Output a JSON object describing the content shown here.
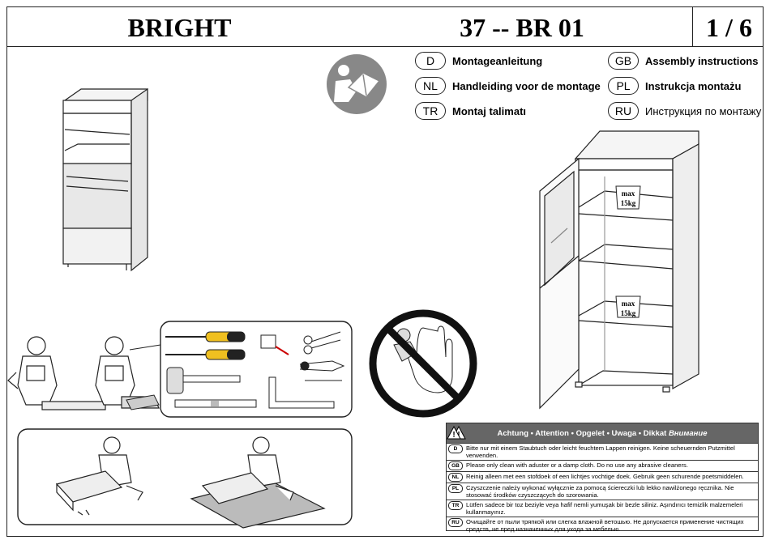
{
  "header": {
    "title": "BRIGHT",
    "code": "37 -- BR 01",
    "page": "1 / 6"
  },
  "languages": [
    {
      "code": "D",
      "label": "Montageanleitung"
    },
    {
      "code": "GB",
      "label": "Assembly instructions"
    },
    {
      "code": "NL",
      "label": "Handleiding voor de montage"
    },
    {
      "code": "PL",
      "label": "Instrukcja montażu"
    },
    {
      "code": "TR",
      "label": "Montaj talimatı"
    },
    {
      "code": "RU",
      "label": "Инструкция по монтажу"
    }
  ],
  "shelf_load": {
    "line1": "max",
    "line2": "15kg"
  },
  "warning": {
    "title_main": "Achtung • Attention • Opgelet •  Uwaga •",
    "title_bold": "Dikkat",
    "title_ru": "Внимание",
    "rows": [
      {
        "code": "D",
        "text": "Bitte  nur mit einem Staubtuch oder leicht feuchtem Lappen reinigen. Keine scheuernden Putzmittel verwenden."
      },
      {
        "code": "GB",
        "text": "Please  only clean with  aduster or  a damp cloth. Do no use any abrasive cleaners."
      },
      {
        "code": "NL",
        "text": "Reinig  alleen met een stofdoek of een lichtjes vochtige doek. Gebruik geen schurende poetsmiddelen."
      },
      {
        "code": "PL",
        "text": "Czyszczenie należy wykonać wyłącznie za pomocą ściereczki lub lekko nawilżonego ręcznika. Nie stosować środków czyszczących do szorowania."
      },
      {
        "code": "TR",
        "text": "Lütfen sadece bir toz beziyle veya hafif nemli yumuşak bir bezle siliniz. Aşındırıcı temizlik malzemeleri kullanmayınız."
      },
      {
        "code": "RU",
        "text": "Очищайте от пыли тряпкой или слегка влажной ветошью. Не допускается применение чистящих средств, не пред назначенных для ухода за мебелью."
      }
    ]
  }
}
